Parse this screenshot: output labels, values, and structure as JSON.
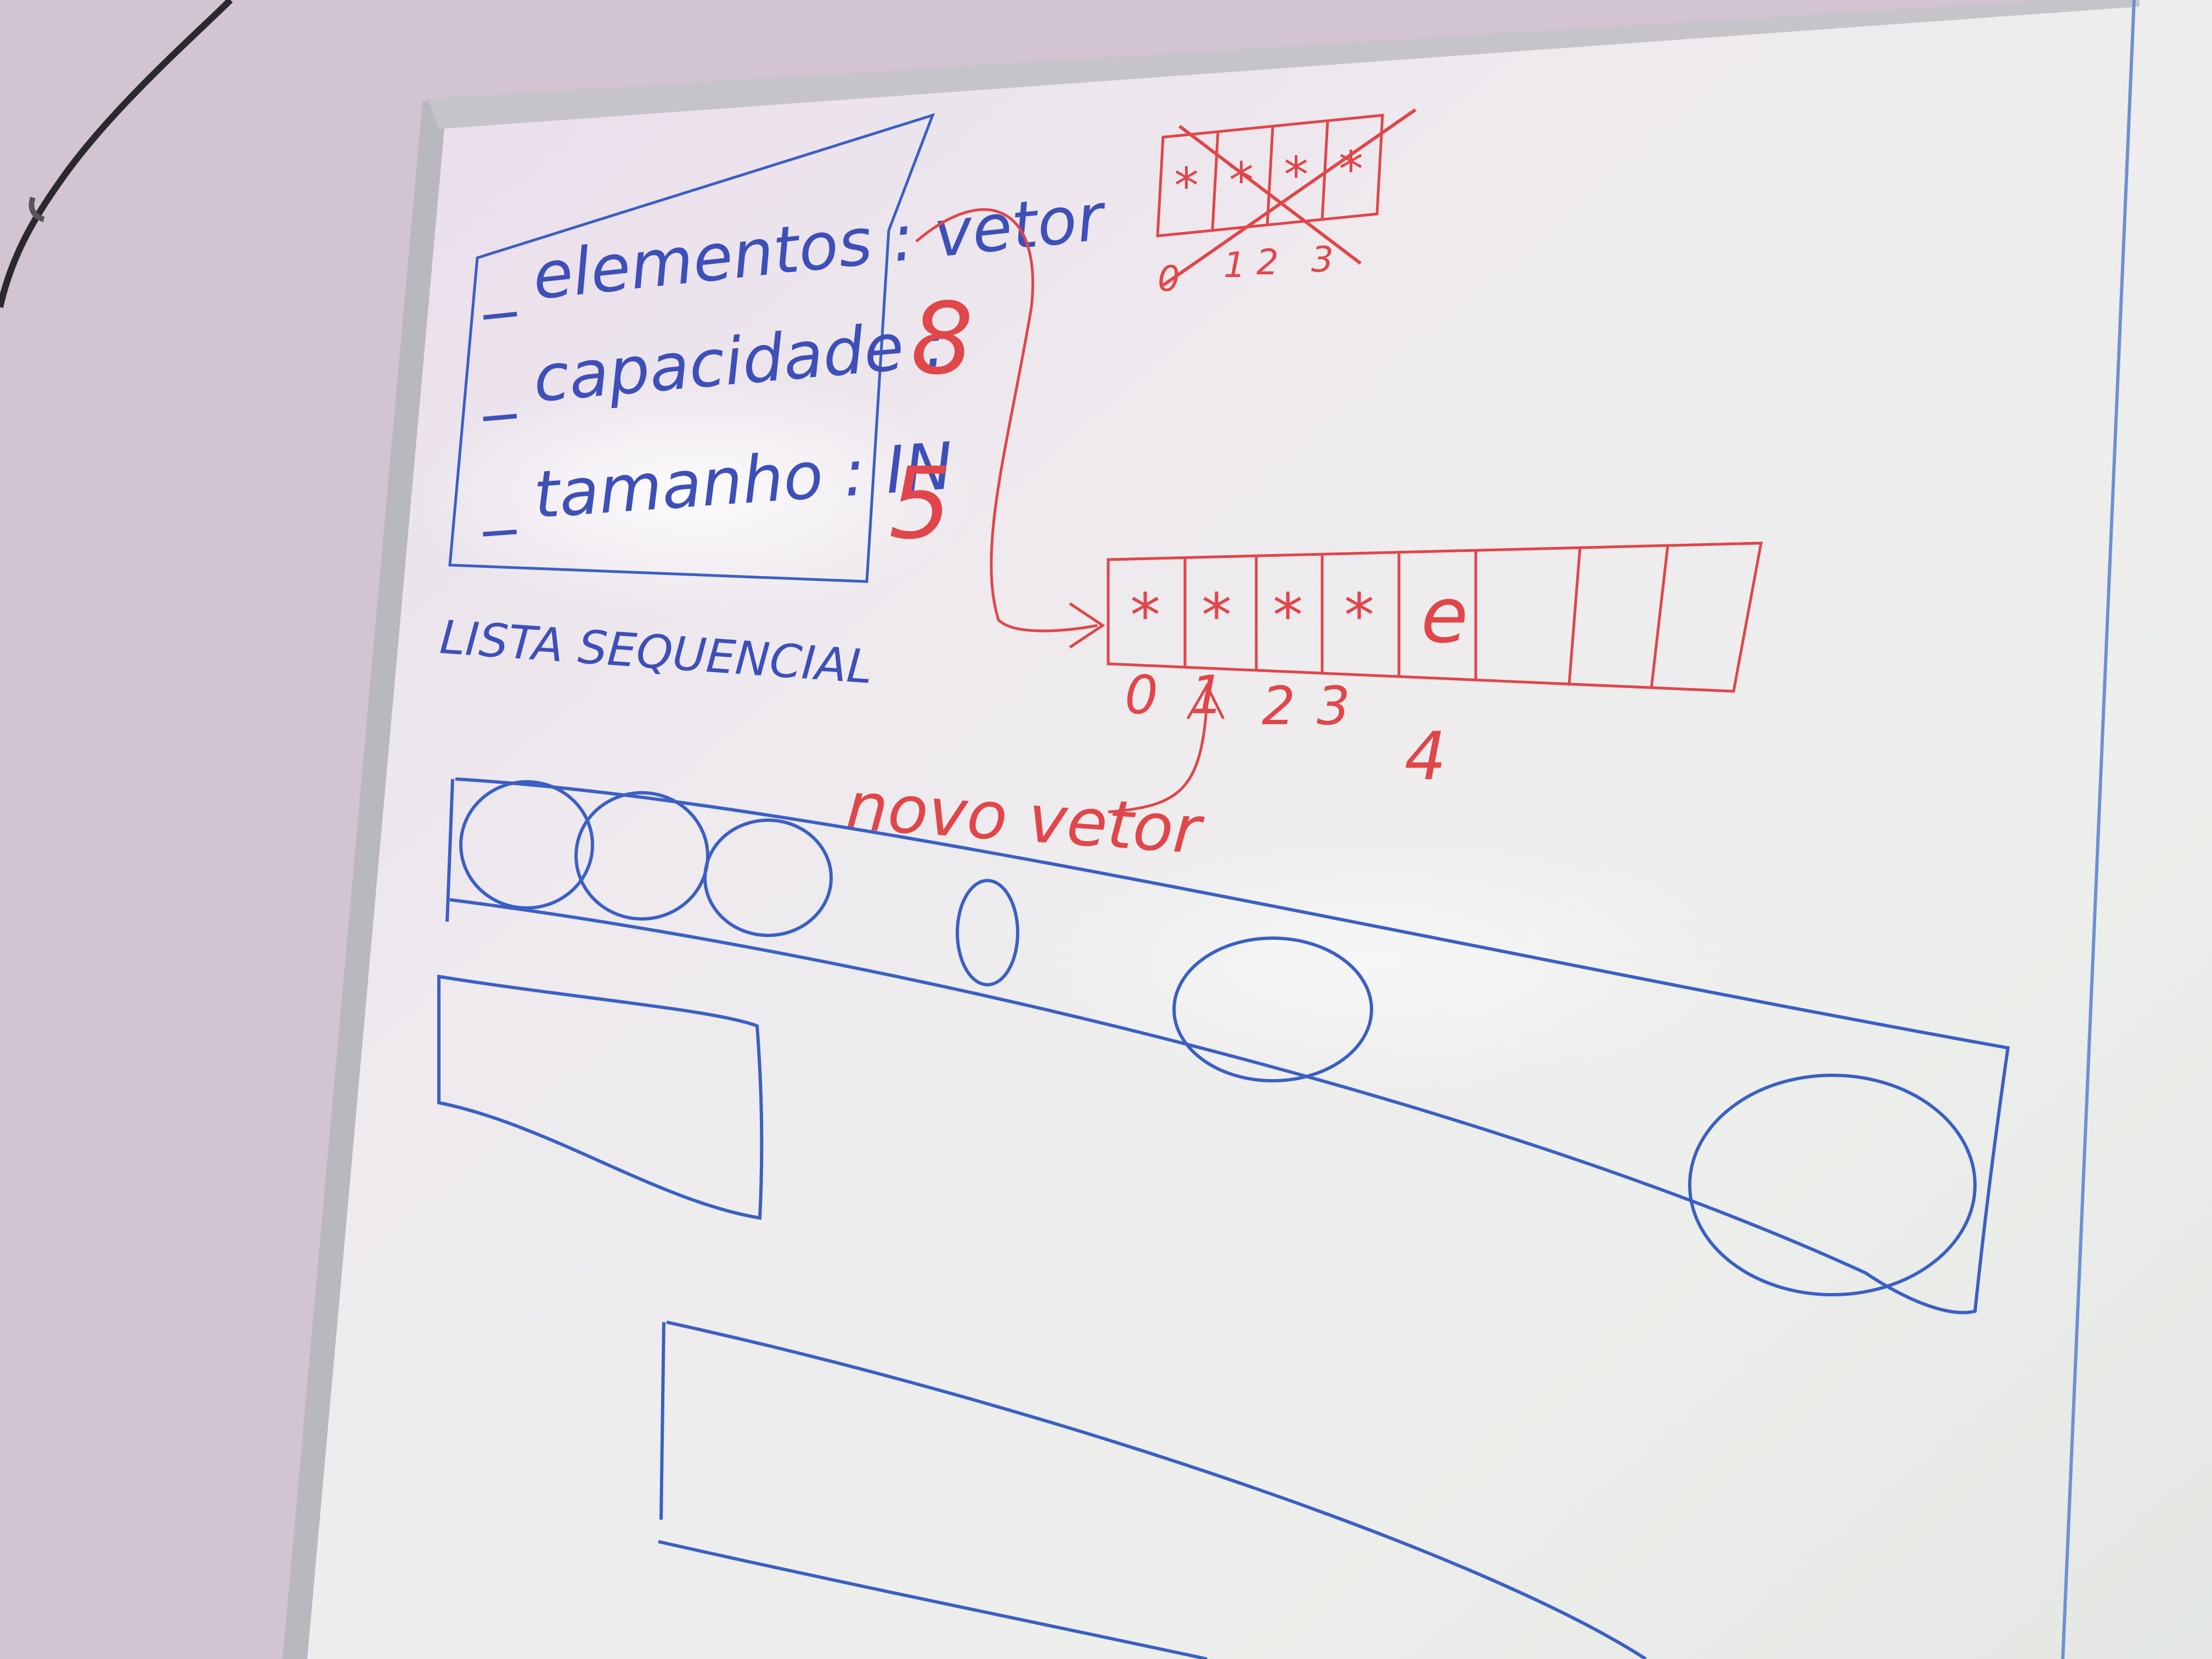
{
  "whiteboard": {
    "struct_box": {
      "field_1": "_ elementos : vetor",
      "field_2": "_ capacidade :",
      "field_3": "_ tamanho : IN",
      "capacity_value": "8",
      "size_value": "5",
      "caption": "LISTA SEQUENCIAL"
    },
    "old_vector": {
      "cells": [
        "*",
        "*",
        "*",
        "*"
      ],
      "indices": [
        "0",
        "1",
        "2",
        "3"
      ]
    },
    "new_vector": {
      "cells": [
        "*",
        "*",
        "*",
        "*",
        "e",
        "",
        ""
      ],
      "indices": [
        "0",
        "1",
        "2",
        "3",
        "4"
      ],
      "label": "novo vetor"
    }
  },
  "colors": {
    "blue_marker": "#3b5fc4",
    "red_marker": "#e0464a",
    "board": "#eef0ee",
    "frame": "#b8b8bc",
    "wall": "#d3c6d1"
  }
}
